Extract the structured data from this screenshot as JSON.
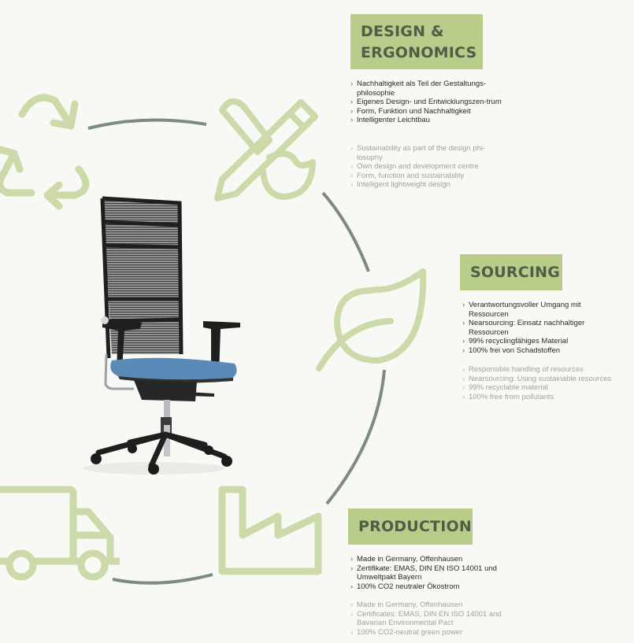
{
  "sections": {
    "design": {
      "title_line1": "DESIGN &",
      "title_line2": "ERGONOMICS",
      "de": [
        "Nachhaltigkeit als Teil der Gestaltungs-philosophie",
        "Eigenes Design- und Entwicklungszen-trum",
        "Form, Funktion und Nachhaltigkeit",
        "Intelligenter Leichtbau"
      ],
      "en": [
        "Sustainability as part of the design phi-losophy",
        "Own design and development centre",
        "Form, function and sustainability",
        "Intelligent lightweight design"
      ]
    },
    "sourcing": {
      "title": "SOURCING",
      "de": [
        "Verantwortungsvoller Umgang mit Ressourcen",
        "Nearsourcing: Einsatz nachhaltiger Ressourcen",
        "99% recyclingfähiges Material",
        "100% frei von Schadstoffen"
      ],
      "en": [
        "Responsible handling of resources",
        "Nearsourcing: Using sustainable resources",
        "99% recyclable material",
        "100% free from pollutants"
      ]
    },
    "production": {
      "title": "PRODUCTION",
      "de": [
        "Made in Germany, Offenhausen",
        "Zertifikate: EMAS, DIN EN ISO 14001 und Umweltpakt Bayern",
        "100% CO2 neutraler Ökostrom"
      ],
      "en": [
        "Made in Germany, Offenhausen",
        "Certificates: EMAS, DIN EN ISO 14001  and Bavarian Environmental Pact",
        "100% CO2-neutral green power"
      ]
    }
  },
  "icons": [
    "recycle-icon",
    "pencil-brush-icon",
    "leaf-icon",
    "factory-icon",
    "truck-icon"
  ],
  "colors": {
    "background": "#f8f9f4",
    "badge": "#b9cc8a",
    "badge_text": "#4e5f48",
    "icon": "#ccd9a9",
    "cycle_arc": "#7d8a81",
    "chair_seat": "#5a8bb8"
  }
}
